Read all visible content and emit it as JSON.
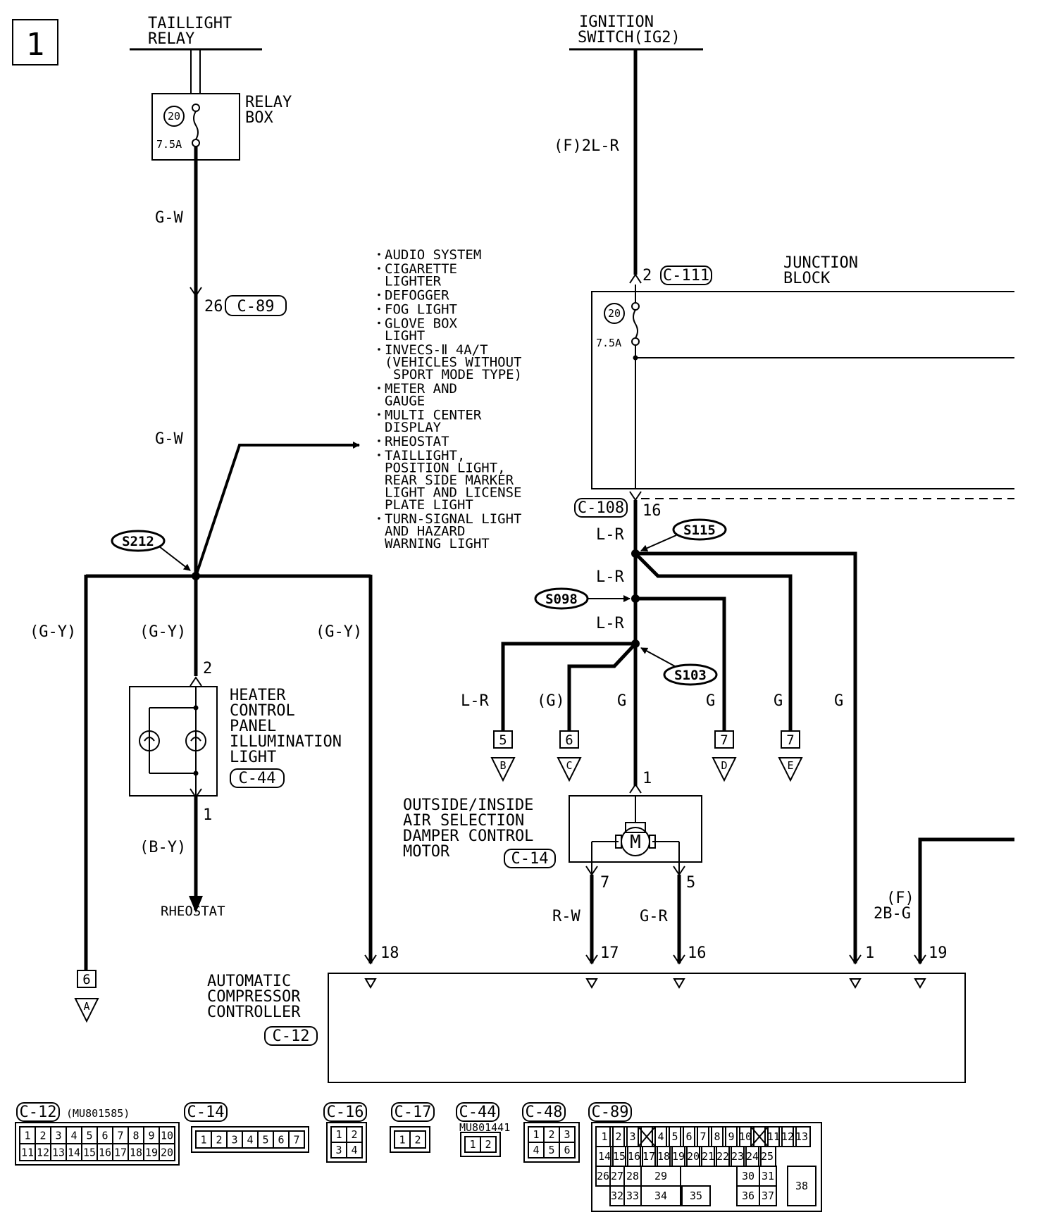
{
  "page_number": "1",
  "sources": {
    "taillight_relay": [
      "TAILLIGHT",
      "RELAY"
    ],
    "ignition_switch": [
      "IGNITION",
      "SWITCH(IG2)"
    ]
  },
  "relay_box": {
    "label": [
      "RELAY",
      "BOX"
    ],
    "fuse_no": "20",
    "fuse_rating": "7.5A"
  },
  "junction_block": {
    "label": [
      "JUNCTION",
      "BLOCK"
    ],
    "fuse_no": "20",
    "fuse_rating": "7.5A"
  },
  "wires": {
    "gw": "G-W",
    "f2lr": "(F)2L-R",
    "gy": "(G-Y)",
    "by": "(B-Y)",
    "lr": "L-R",
    "lr_dash": "L-R",
    "g_paren": "(G)",
    "g": "G",
    "rw": "R-W",
    "gr": "G-R",
    "f_top": "(F)",
    "f_bottom": "2B-G"
  },
  "connectors": {
    "c89": "C-89",
    "c111": "C-111",
    "c108": "C-108",
    "c44": "C-44",
    "c14": "C-14",
    "c12": "C-12"
  },
  "pins": {
    "p26": "26",
    "p2a": "2",
    "p16a": "16",
    "p2b": "2",
    "p1a": "1",
    "p1b": "1",
    "p7": "7",
    "p5": "5",
    "p18": "18",
    "p17": "17",
    "p16b": "16",
    "p1c": "1",
    "p19": "19"
  },
  "splices": {
    "s212": "S212",
    "s115": "S115",
    "s098": "S098",
    "s103": "S103"
  },
  "branch_list": [
    [
      "AUDIO SYSTEM"
    ],
    [
      "CIGARETTE",
      "LIGHTER"
    ],
    [
      "DEFOGGER"
    ],
    [
      "FOG LIGHT"
    ],
    [
      "GLOVE BOX",
      "LIGHT"
    ],
    [
      "INVECS-Ⅱ 4A/T",
      "(VEHICLES WITHOUT",
      "SPORT MODE TYPE)"
    ],
    [
      "METER AND",
      "GAUGE"
    ],
    [
      "MULTI CENTER",
      "DISPLAY"
    ],
    [
      "RHEOSTAT"
    ],
    [
      "TAILLIGHT,",
      "POSITION LIGHT,",
      "REAR SIDE MARKER",
      "LIGHT AND LICENSE",
      "PLATE LIGHT"
    ],
    [
      "TURN-SIGNAL LIGHT",
      "AND HAZARD",
      "WARNING LIGHT"
    ]
  ],
  "components": {
    "heater_light": [
      "HEATER",
      "CONTROL",
      "PANEL",
      "ILLUMINATION",
      "LIGHT"
    ],
    "damper_motor": [
      "OUTSIDE/INSIDE",
      "AIR SELECTION",
      "DAMPER CONTROL",
      "MOTOR"
    ],
    "compressor": [
      "AUTOMATIC",
      "COMPRESSOR",
      "CONTROLLER"
    ],
    "rheostat": "RHEOSTAT",
    "motor_symbol": "M"
  },
  "offpage": [
    {
      "pin": "6",
      "letter": "A"
    },
    {
      "pin": "5",
      "letter": "B"
    },
    {
      "pin": "6",
      "letter": "C"
    },
    {
      "pin": "7",
      "letter": "D"
    },
    {
      "pin": "7",
      "letter": "E"
    }
  ],
  "connector_views": [
    {
      "id": "C-12",
      "part": "(MU801585)",
      "rows": [
        [
          "1",
          "2",
          "3",
          "4",
          "5",
          "6",
          "7",
          "8",
          "9",
          "10"
        ],
        [
          "11",
          "12",
          "13",
          "14",
          "15",
          "16",
          "17",
          "18",
          "19",
          "20"
        ]
      ]
    },
    {
      "id": "C-14",
      "rows": [
        [
          "1",
          "2",
          "3",
          "4",
          "5",
          "6",
          "7"
        ]
      ]
    },
    {
      "id": "C-16",
      "rows": [
        [
          "1",
          "2"
        ],
        [
          "3",
          "4"
        ]
      ]
    },
    {
      "id": "C-17",
      "rows": [
        [
          "1",
          "2"
        ]
      ]
    },
    {
      "id": "C-44",
      "part": "MU801441",
      "rows": [
        [
          "1",
          "2"
        ]
      ]
    },
    {
      "id": "C-48",
      "rows": [
        [
          "1",
          "2",
          "3"
        ],
        [
          "4",
          "5",
          "6"
        ]
      ]
    },
    {
      "id": "C-89",
      "rows": [
        [
          "1",
          "2",
          "3",
          "",
          "4",
          "5",
          "6",
          "7",
          "8",
          "9",
          "10",
          "",
          "11",
          "12",
          "13"
        ],
        [
          "14",
          "15",
          "16",
          "17",
          "18",
          "19",
          "20",
          "21",
          "22",
          "23",
          "24",
          "25"
        ],
        [
          "26",
          "27",
          "28",
          "29",
          "30",
          "31",
          "38"
        ],
        [
          "32",
          "33",
          "34",
          "35",
          "36",
          "37"
        ]
      ]
    }
  ]
}
